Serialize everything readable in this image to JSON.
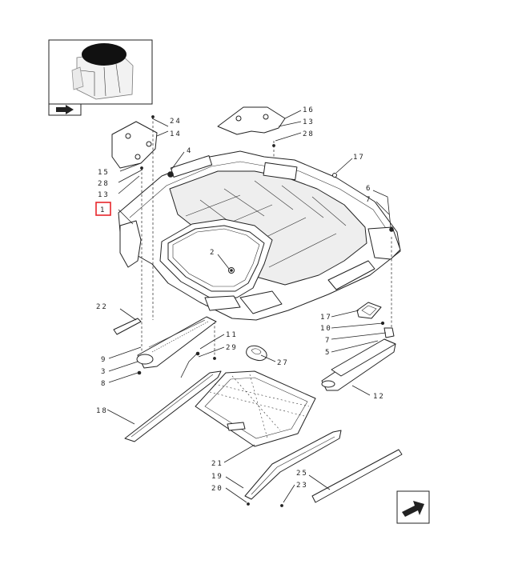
{
  "callouts": {
    "c1": "1",
    "c2": "2",
    "c3": "3",
    "c4": "4",
    "c5": "5",
    "c6": "6",
    "c7a": "7",
    "c7b": "7",
    "c8": "8",
    "c9": "9",
    "c10": "10",
    "c11": "11",
    "c12": "12",
    "c13a": "13",
    "c13b": "13",
    "c14": "14",
    "c15": "15",
    "c16": "16",
    "c17a": "17",
    "c17b": "17",
    "c18": "18",
    "c19": "19",
    "c20": "20",
    "c21": "21",
    "c22": "22",
    "c23": "23",
    "c24": "24",
    "c25": "25",
    "c27": "27",
    "c28a": "28",
    "c28b": "28",
    "c29": "29"
  },
  "highlight": {
    "color": "#e8262b",
    "callout": "1"
  },
  "icons": {
    "thumbnail": "cab-thumbnail-icon",
    "nav": "next-page-arrow-icon"
  }
}
